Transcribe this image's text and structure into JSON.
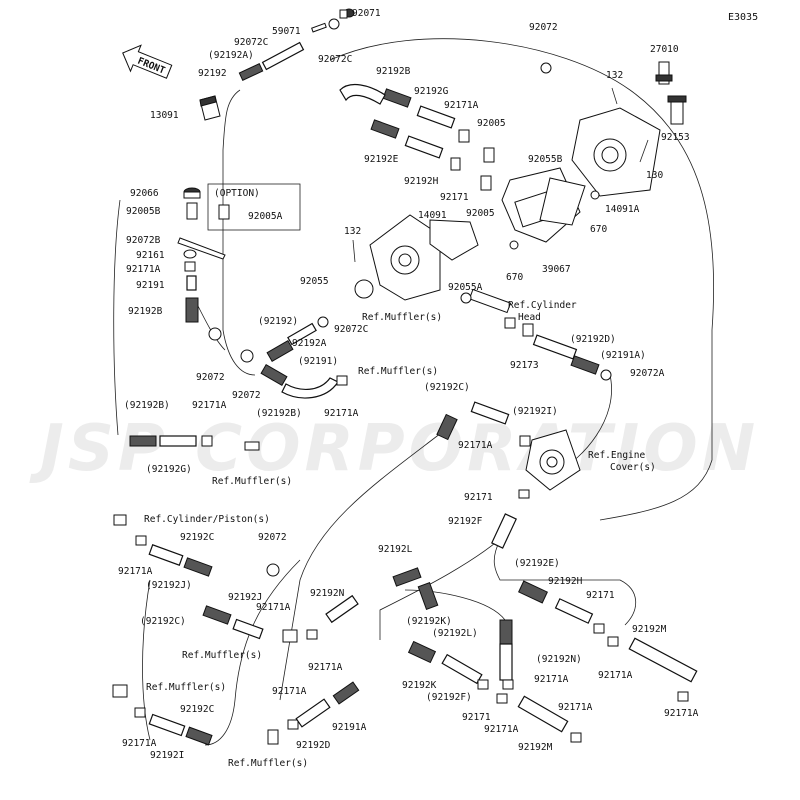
{
  "diagram_code": "E3035",
  "watermark": "JSP CORPORATION",
  "front_label": "FRONT",
  "option_box_label": "(OPTION)",
  "labels": [
    "92071",
    "59071",
    "92072C",
    "(92192A)",
    "92192",
    "92072C",
    "92072",
    "27010",
    "132",
    "92153",
    "130",
    "14091A",
    "13091",
    "92192B",
    "92192G",
    "92171A",
    "92005",
    "92192E",
    "92192H",
    "92055B",
    "92171",
    "92005",
    "670",
    "39067",
    "670",
    "92066",
    "92005B",
    "92005A",
    "92072B",
    "92161",
    "92171A",
    "92191",
    "92192B",
    "132",
    "14091",
    "92055",
    "92055A",
    "Ref.Cylinder",
    "Head",
    "Ref.Muffler(s)",
    "92072C",
    "(92192)",
    "92192A",
    "92072",
    "92072",
    "(92192B)",
    "(92191)",
    "92171A",
    "Ref.Muffler(s)",
    "92173",
    "(92192D)",
    "(92191A)",
    "92072A",
    "(92192B)",
    "92171A",
    "(92192G)",
    "Ref.Muffler(s)",
    "(92192C)",
    "(92192I)",
    "92171A",
    "Ref.Engine",
    "Cover(s)",
    "92171",
    "92192F",
    "Ref.Cylinder/Piston(s)",
    "92171A",
    "92192C",
    "(92192J)",
    "92072",
    "(92192C)",
    "92192J",
    "92171A",
    "Ref.Muffler(s)",
    "92192N",
    "92171A",
    "92192L",
    "(92192K)",
    "(92192L)",
    "(92192E)",
    "92192H",
    "92171",
    "92192K",
    "(92192N)",
    "92171A",
    "92171A",
    "92192M",
    "Ref.Muffler(s)",
    "92171A",
    "92192C",
    "92192I",
    "92171A",
    "92192D",
    "92191A",
    "(92192F)",
    "92171",
    "92171A",
    "92192M",
    "Ref.Muffler(s)",
    "92171A",
    "92171A"
  ]
}
